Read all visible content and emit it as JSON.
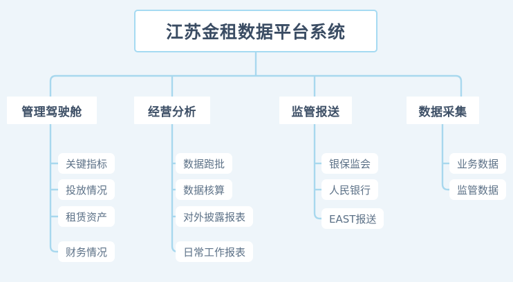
{
  "diagram": {
    "title": "江苏金租数据平台系统",
    "type": "tree",
    "colors": {
      "background": "#eef5fa",
      "connector": "#a8d8ee",
      "root_border": "#a5daf2",
      "node_fill": "#ffffff",
      "heading_text": "#3d4f66",
      "leaf_text": "#5c7187"
    },
    "root": {
      "label": "江苏金租数据平台系统"
    },
    "branches": [
      {
        "label": "管理驾驶舱",
        "children": [
          {
            "label": "关键指标"
          },
          {
            "label": "投放情况"
          },
          {
            "label": "租赁资产"
          },
          {
            "label": "财务情况"
          }
        ]
      },
      {
        "label": "经营分析",
        "children": [
          {
            "label": "数据跑批"
          },
          {
            "label": "数据核算"
          },
          {
            "label": "对外披露报表"
          },
          {
            "label": "日常工作报表"
          }
        ]
      },
      {
        "label": "监管报送",
        "children": [
          {
            "label": "银保监会"
          },
          {
            "label": "人民银行"
          },
          {
            "label": "EAST报送"
          }
        ]
      },
      {
        "label": "数据采集",
        "children": [
          {
            "label": "业务数据"
          },
          {
            "label": "监管数据"
          }
        ]
      }
    ]
  }
}
